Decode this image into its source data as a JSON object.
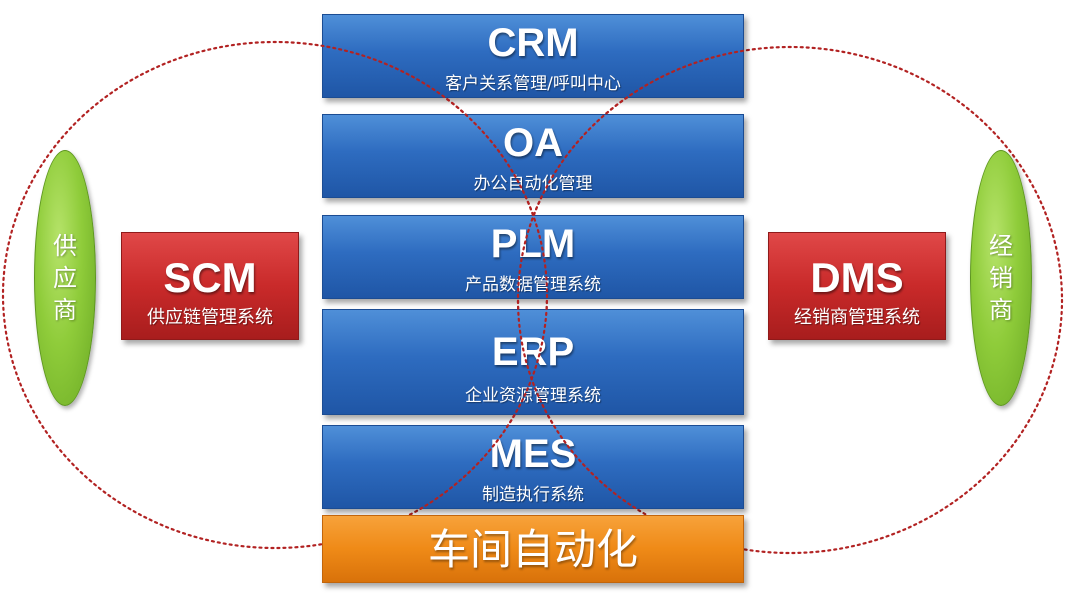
{
  "stack": [
    {
      "id": "crm",
      "abbr": "CRM",
      "desc": "客户关系管理/呼叫中心"
    },
    {
      "id": "oa",
      "abbr": "OA",
      "desc": "办公自动化管理"
    },
    {
      "id": "plm",
      "abbr": "PLM",
      "desc": "产品数据管理系统"
    },
    {
      "id": "erp",
      "abbr": "ERP",
      "desc": "企业资源管理系统"
    },
    {
      "id": "mes",
      "abbr": "MES",
      "desc": "制造执行系统"
    }
  ],
  "workshop": {
    "label": "车间自动化"
  },
  "scm": {
    "abbr": "SCM",
    "desc": "供应链管理系统"
  },
  "dms": {
    "abbr": "DMS",
    "desc": "经销商管理系统"
  },
  "supplier": {
    "label": "供\n应\n商"
  },
  "dealer": {
    "label": "经\n销\n商"
  },
  "colors": {
    "stack_blue": "#2e6cc0",
    "side_red": "#c92a2a",
    "workshop_orange": "#ef8a17",
    "oval_green": "#8fcc3a",
    "ring_red": "#b22222"
  }
}
